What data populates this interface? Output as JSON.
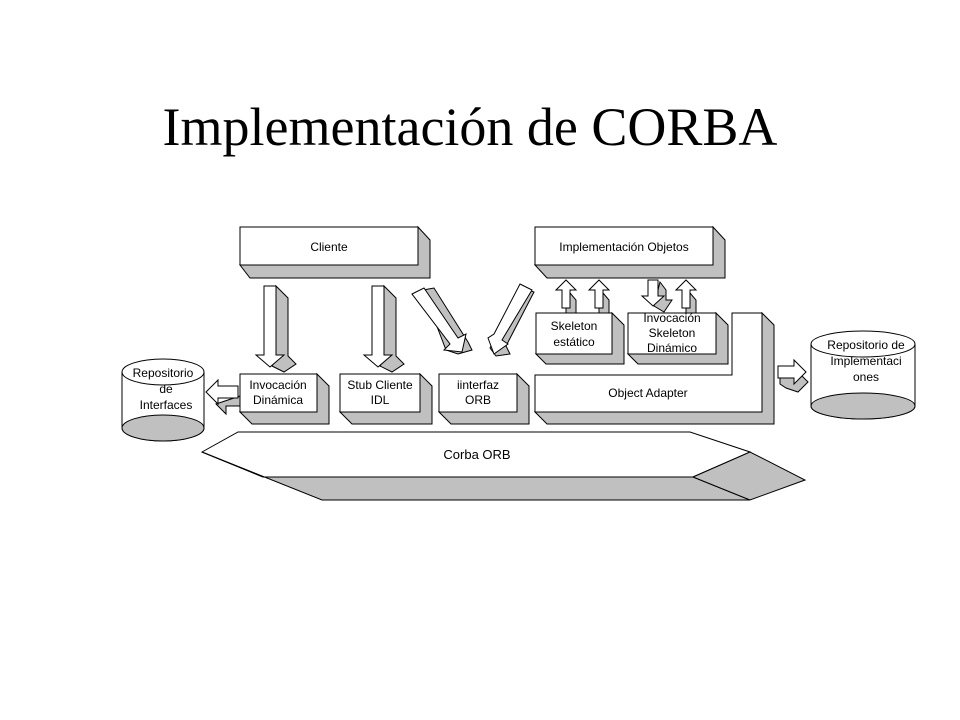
{
  "slide": {
    "title": "Implementación de CORBA"
  },
  "diagram": {
    "client": "Cliente",
    "object_implementation": "Implementación Objetos",
    "static_skeleton": [
      "Skeleton",
      "estático"
    ],
    "dynamic_skeleton": [
      "Invocación",
      "Skeleton",
      "Dinámico"
    ],
    "interface_repository": [
      "Repositorio",
      "de",
      "Interfaces"
    ],
    "dynamic_invocation": [
      "Invocación",
      "Dinámica"
    ],
    "client_stub": [
      "Stub Cliente",
      "IDL"
    ],
    "orb_interface": [
      "iinterfaz",
      "ORB"
    ],
    "object_adapter": "Object Adapter",
    "implementation_repository": [
      "Repositorio de",
      "Implementaci",
      "ones"
    ],
    "corba_orb": "Corba ORB"
  },
  "colors": {
    "background": "#ffffff",
    "outline": "#000000",
    "shade": "#c0c0c0"
  }
}
